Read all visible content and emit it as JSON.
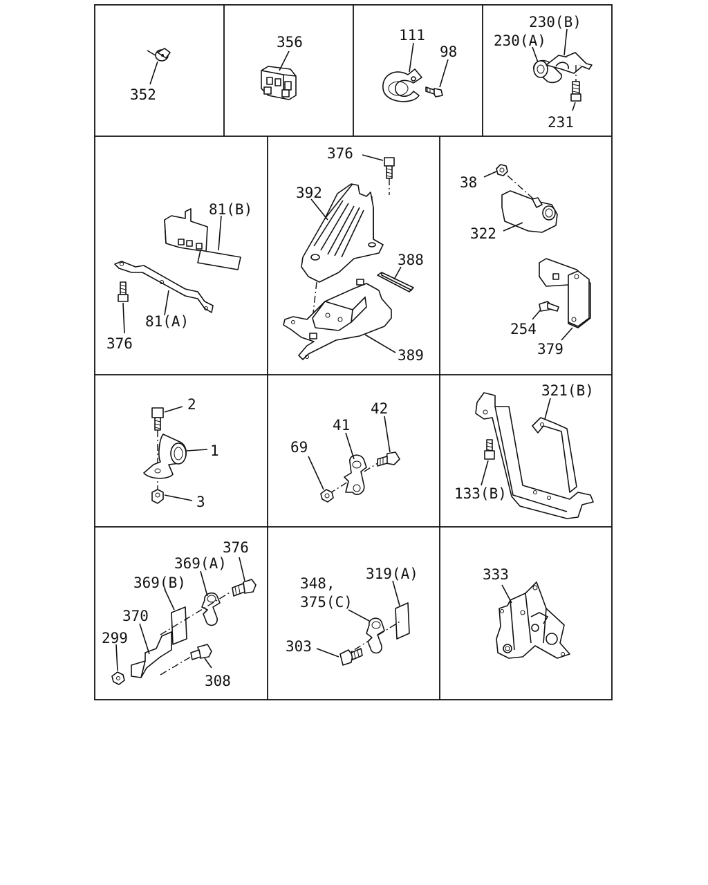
{
  "cells": [
    {
      "id": "c1",
      "labels": [
        {
          "id": "l352",
          "text": "352"
        }
      ]
    },
    {
      "id": "c2",
      "labels": [
        {
          "id": "l356",
          "text": "356"
        }
      ]
    },
    {
      "id": "c3",
      "labels": [
        {
          "id": "l111",
          "text": "111"
        },
        {
          "id": "l98",
          "text": "98"
        }
      ]
    },
    {
      "id": "c4",
      "labels": [
        {
          "id": "l230b",
          "text": "230(B)"
        },
        {
          "id": "l230a",
          "text": "230(A)"
        },
        {
          "id": "l231",
          "text": "231"
        }
      ]
    },
    {
      "id": "c5",
      "labels": [
        {
          "id": "l81b",
          "text": "81(B)"
        },
        {
          "id": "l81a",
          "text": "81(A)"
        },
        {
          "id": "l376a",
          "text": "376"
        }
      ]
    },
    {
      "id": "c6",
      "labels": [
        {
          "id": "l376b",
          "text": "376"
        },
        {
          "id": "l392",
          "text": "392"
        },
        {
          "id": "l388",
          "text": "388"
        },
        {
          "id": "l389",
          "text": "389"
        }
      ]
    },
    {
      "id": "c7",
      "labels": [
        {
          "id": "l38",
          "text": "38"
        },
        {
          "id": "l322",
          "text": "322"
        },
        {
          "id": "l254",
          "text": "254"
        },
        {
          "id": "l379",
          "text": "379"
        }
      ]
    },
    {
      "id": "c8",
      "labels": [
        {
          "id": "l2",
          "text": "2"
        },
        {
          "id": "l1",
          "text": "1"
        },
        {
          "id": "l3",
          "text": "3"
        }
      ]
    },
    {
      "id": "c9",
      "labels": [
        {
          "id": "l42",
          "text": "42"
        },
        {
          "id": "l41",
          "text": "41"
        },
        {
          "id": "l69",
          "text": "69"
        }
      ]
    },
    {
      "id": "c10",
      "labels": [
        {
          "id": "l321b",
          "text": "321(B)"
        },
        {
          "id": "l133b",
          "text": "133(B)"
        }
      ]
    },
    {
      "id": "c11",
      "labels": [
        {
          "id": "l376c",
          "text": "376"
        },
        {
          "id": "l369a",
          "text": "369(A)"
        },
        {
          "id": "l369b",
          "text": "369(B)"
        },
        {
          "id": "l370",
          "text": "370"
        },
        {
          "id": "l299",
          "text": "299"
        },
        {
          "id": "l308",
          "text": "308"
        }
      ]
    },
    {
      "id": "c12",
      "labels": [
        {
          "id": "l348",
          "text": "348,"
        },
        {
          "id": "l375c",
          "text": "375(C)"
        },
        {
          "id": "l319a",
          "text": "319(A)"
        },
        {
          "id": "l303",
          "text": "303"
        }
      ]
    },
    {
      "id": "c13",
      "labels": [
        {
          "id": "l333",
          "text": "333"
        }
      ]
    }
  ]
}
